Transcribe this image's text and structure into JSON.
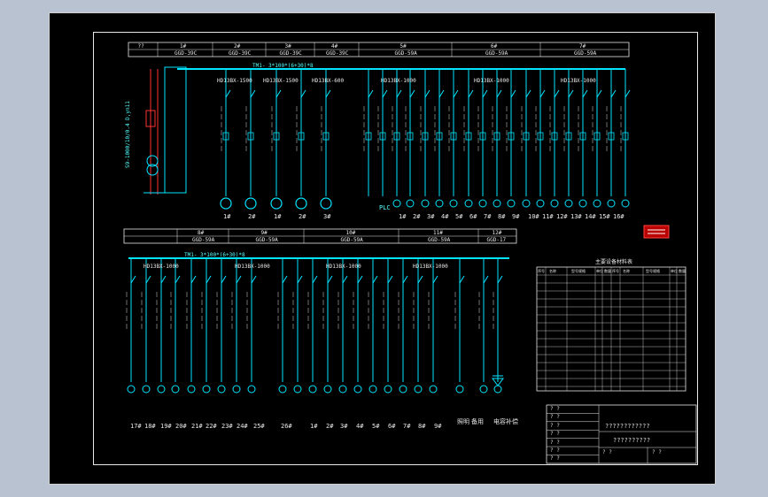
{
  "header_row_1": [
    "??",
    "1#",
    "2#",
    "3#",
    "4#",
    "5#",
    "6#",
    "7#"
  ],
  "header_sub_1": [
    "",
    "GGD-39C",
    "GGD-39C",
    "GGD-39C",
    "GGD-39C",
    "GGD-59A",
    "GGD-59A",
    "GGD-59A"
  ],
  "bus_label_1": "TM1- 3*100*(6+30)*8",
  "bus_label_2": "TM1- 3*100*(6+30)*8",
  "breaker_groups_top": [
    "HD13BX-1500",
    "HD13BX-1500",
    "HD13BX-600",
    "HD13BX-1000",
    "HD13BX-1000",
    "HD13BX-1000"
  ],
  "breaker_groups_bottom": [
    "HD13BX-1000",
    "HD13BX-1000",
    "HD13BX-1000",
    "HD13BX-1000"
  ],
  "transformer_label": "S9-1000/10/0.4 D,yn11",
  "plc_label": "PLC",
  "header_row_2": [
    "8#",
    "9#",
    "10#",
    "11#",
    "12#"
  ],
  "header_sub_2": [
    "GGD-59A",
    "GGD-59A",
    "GGD-59A",
    "GGD-59A",
    "GGD-17"
  ],
  "top_circuit_numbers": [
    "1#",
    "2#",
    "1#",
    "2#",
    "3#",
    "",
    "",
    "1#",
    "2#",
    "3#",
    "4#",
    "5#",
    "6#",
    "7#",
    "8#",
    "9#",
    "10#",
    "11#",
    "12#",
    "13#",
    "14#",
    "15#",
    "16#"
  ],
  "bottom_circuit_numbers": [
    "17#",
    "18#",
    "19#",
    "20#",
    "21#",
    "22#",
    "23#",
    "24#",
    "25#",
    "26#",
    "1#",
    "2#",
    "3#",
    "4#",
    "5#",
    "6#",
    "7#",
    "8#",
    "9#"
  ],
  "bottom_extra_labels": [
    "照明",
    "备用",
    "电容",
    "补偿"
  ],
  "materials_table_title": "主要设备材料表",
  "materials_table_headers": [
    "序号",
    "名称",
    "型号规格",
    "单位",
    "数量",
    "序号",
    "名称",
    "型号规格",
    "单位",
    "数量"
  ],
  "title_block": {
    "project_name": "????????????",
    "drawing_name": "??????????",
    "rows": [
      "? ?",
      "? ?",
      "? ?",
      "? ?",
      "? ?",
      "? ?",
      "? ?"
    ],
    "footer": [
      "? ?",
      "? ?"
    ]
  },
  "colors": {
    "background": "#000000",
    "frame": "#e8e8e8",
    "bus": "#00e5ff",
    "circuit": "#00e5ff",
    "breaker_red": "#ff3333",
    "page_bg": "#b9c2d0"
  }
}
